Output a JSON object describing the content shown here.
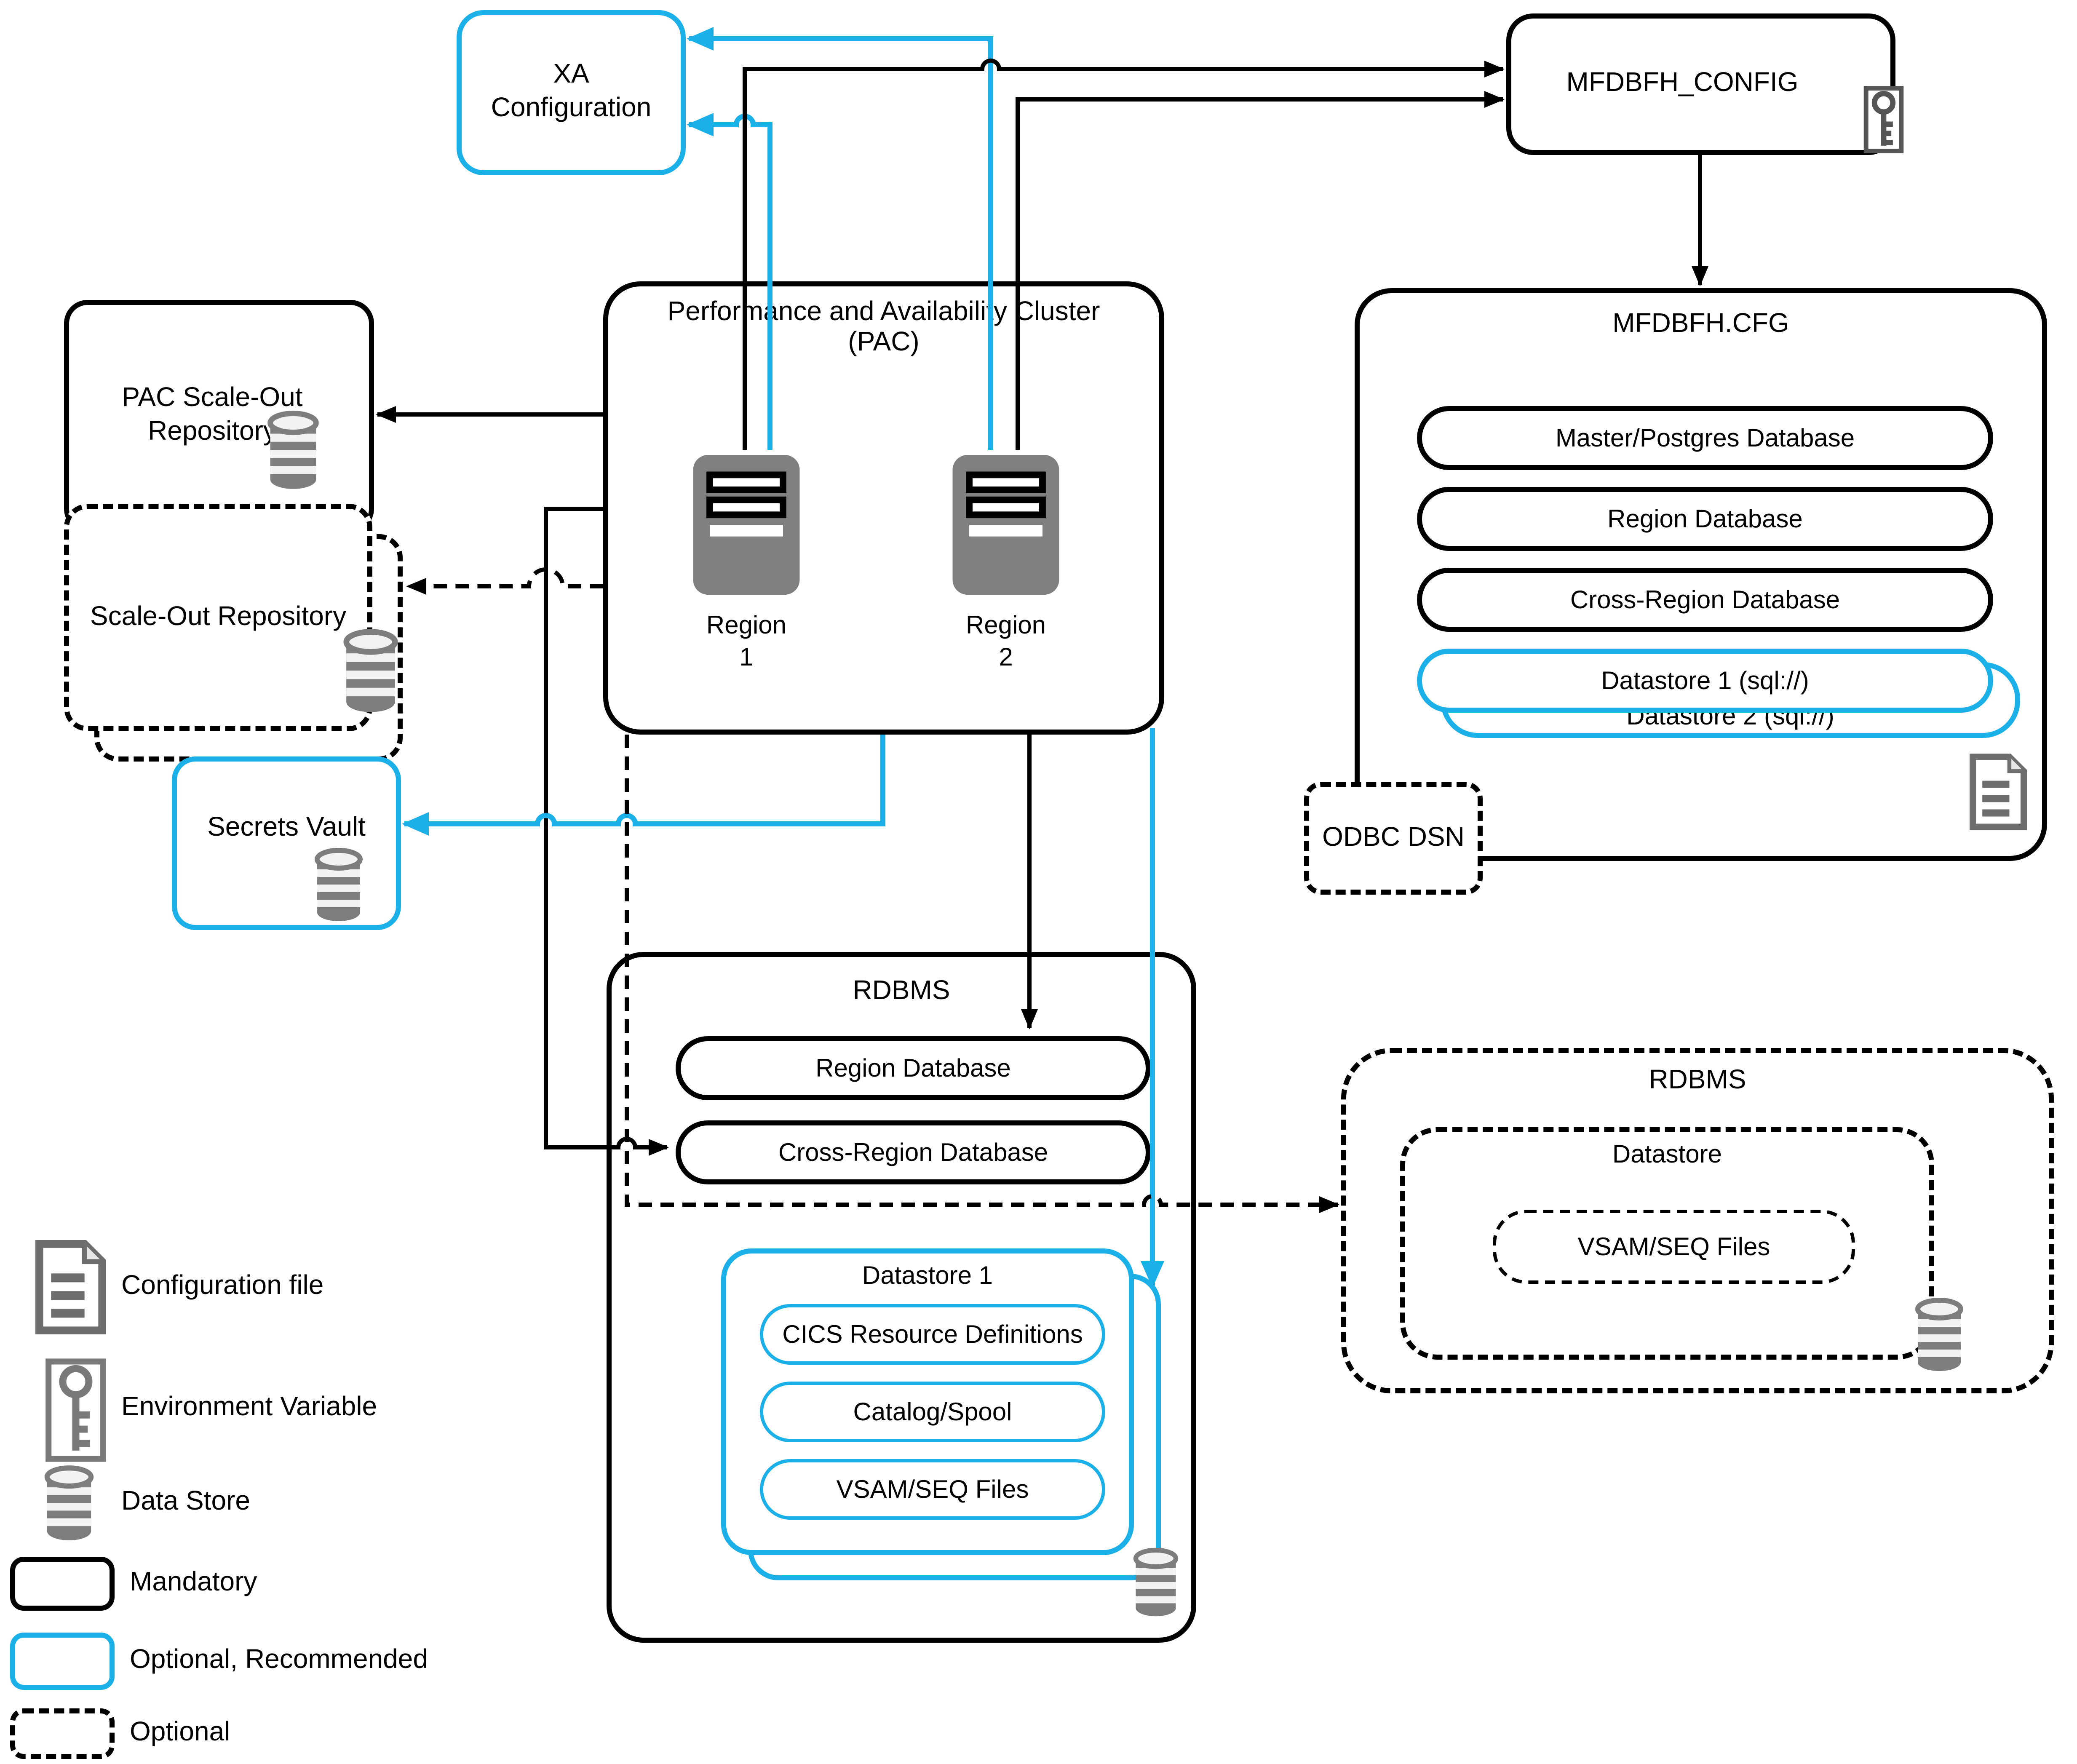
{
  "colors": {
    "accent_cyan": "#1CB0E8",
    "icon_gray": "#7D7D7D",
    "server_gray": "#808080",
    "line_black": "#000000"
  },
  "boxes": {
    "xa_config": {
      "label": "XA Configuration"
    },
    "mfdbfh_config": {
      "label": "MFDBFH_CONFIG"
    },
    "pac": {
      "title": "Performance and Availability Cluster (PAC)",
      "regions": [
        {
          "label": "Region 1"
        },
        {
          "label": "Region 2"
        }
      ]
    },
    "pac_scale_out_repo": {
      "label": "PAC Scale-Out Repository"
    },
    "scale_out_repo": {
      "label": "Scale-Out Repository"
    },
    "secrets_vault": {
      "label": "Secrets Vault"
    },
    "mfdbfh_cfg": {
      "title": "MFDBFH.CFG",
      "pills": [
        "Master/Postgres Database",
        "Region Database",
        "Cross-Region Database"
      ],
      "datastore_pills": [
        "Datastore 1 (sql://)",
        "Datastore 2 (sql://)"
      ]
    },
    "odbc_dsn": {
      "label": "ODBC DSN"
    },
    "rdbms_center": {
      "title": "RDBMS",
      "pills": [
        "Region Database",
        "Cross-Region Database"
      ],
      "datastore": {
        "title": "Datastore 1",
        "pills": [
          "CICS Resource Definitions",
          "Catalog/Spool",
          "VSAM/SEQ Files"
        ]
      }
    },
    "rdbms_right": {
      "title": "RDBMS",
      "datastore": {
        "title": "Datastore",
        "pills": [
          "VSAM/SEQ Files"
        ]
      }
    }
  },
  "legend": {
    "items": [
      {
        "icon": "document-icon",
        "label": "Configuration file"
      },
      {
        "icon": "key-icon",
        "label": "Environment Variable"
      },
      {
        "icon": "database-icon",
        "label": "Data Store"
      },
      {
        "swatch": "mandatory",
        "label": "Mandatory"
      },
      {
        "swatch": "optional-recommended",
        "label": "Optional, Recommended"
      },
      {
        "swatch": "optional",
        "label": "Optional"
      }
    ]
  }
}
